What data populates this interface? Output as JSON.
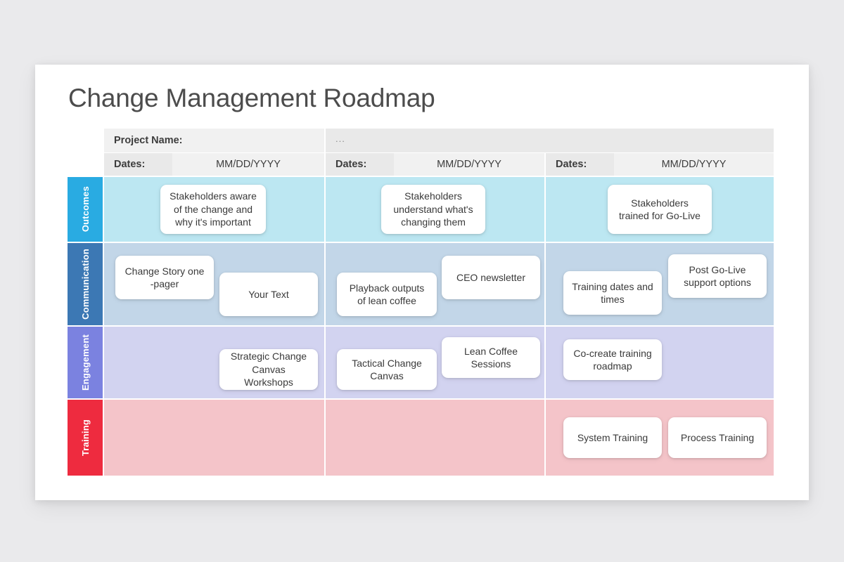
{
  "slide": {
    "title": "Change Management Roadmap"
  },
  "header": {
    "project_label": "Project Name:",
    "project_value": "...",
    "phases": [
      {
        "dates_label": "Dates:",
        "dates_value": "MM/DD/YYYY"
      },
      {
        "dates_label": "Dates:",
        "dates_value": "MM/DD/YYYY"
      },
      {
        "dates_label": "Dates:",
        "dates_value": "MM/DD/YYYY"
      }
    ]
  },
  "rows": [
    {
      "label": "Outcomes",
      "label_color": "#29abe2",
      "band_color": "#bce7f2",
      "cards": [
        {
          "text": "Stakeholders aware of the change and why it's important"
        },
        {
          "text": "Stakeholders understand what's changing them"
        },
        {
          "text": "Stakeholders trained for Go-Live"
        }
      ]
    },
    {
      "label": "Communication",
      "label_color": "#3c78b4",
      "band_color": "#c2d6e8",
      "cards": [
        {
          "text": "Change Story one -pager"
        },
        {
          "text": "Your Text"
        },
        {
          "text": "Playback outputs of lean coffee"
        },
        {
          "text": "CEO newsletter"
        },
        {
          "text": "Training dates and times"
        },
        {
          "text": "Post Go-Live support options"
        }
      ]
    },
    {
      "label": "Engagement",
      "label_color": "#7b82e0",
      "band_color": "#d2d3f0",
      "cards": [
        {
          "text": "Strategic Change Canvas Workshops"
        },
        {
          "text": "Tactical Change Canvas"
        },
        {
          "text": "Lean Coffee Sessions"
        },
        {
          "text": "Co-create training roadmap"
        }
      ]
    },
    {
      "label": "Training",
      "label_color": "#ee2b3f",
      "band_color": "#f4c4c9",
      "cards": [
        {
          "text": "System Training"
        },
        {
          "text": "Process Training"
        }
      ]
    }
  ],
  "colors": {
    "page_background": "#eaeaec",
    "slide_background": "#ffffff",
    "title_text": "#4c4c4c",
    "header_cell": "#f1f1f1",
    "header_cell_alt": "#e9e9e9"
  }
}
